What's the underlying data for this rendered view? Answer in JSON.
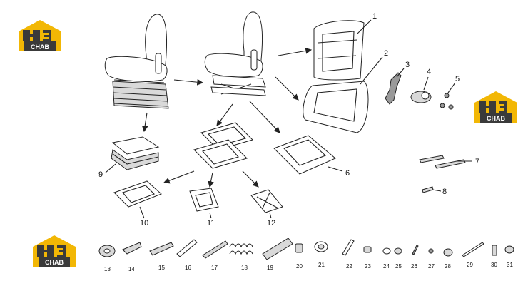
{
  "logo": {
    "mark": "H3",
    "text": "CHAB",
    "color_yellow": "#f2b705",
    "color_dark": "#3a3a3a"
  },
  "callouts": [
    "1",
    "2",
    "3",
    "4",
    "5",
    "6",
    "7",
    "8",
    "9",
    "10",
    "11",
    "12",
    "13",
    "14",
    "15",
    "16",
    "17",
    "18",
    "19",
    "20",
    "21",
    "22",
    "23",
    "24",
    "25",
    "26",
    "27",
    "28",
    "29",
    "30",
    "31"
  ]
}
